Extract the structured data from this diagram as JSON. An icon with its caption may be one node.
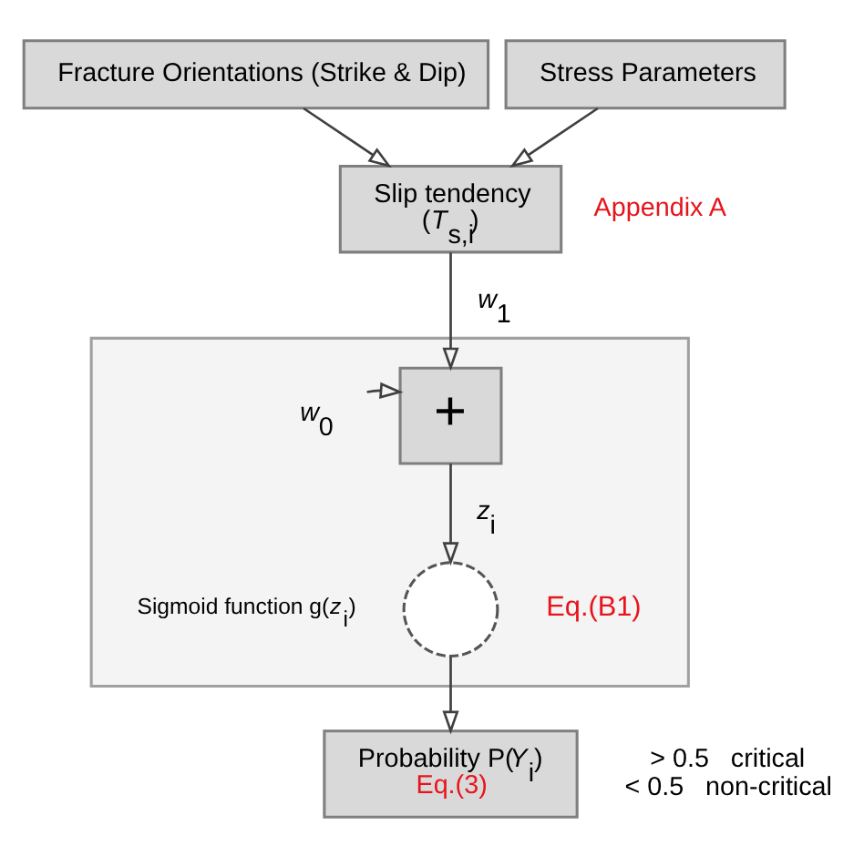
{
  "diagram": {
    "nodes": [
      {
        "text": [
          "Fracture Orientations (Strike & Dip)"
        ]
      },
      {
        "text": [
          "Stress Parameters"
        ]
      },
      {
        "text": [
          "Slip tendency",
          "(*T*$_{s,i}$)"
        ]
      },
      {
        "text": [],
        "shape": "box"
      },
      {
        "text": [
          "*w*$_{0}$"
        ],
        "in": 3
      },
      {
        "text": [
          "+"
        ],
        "in": 3
      },
      {
        "text": [],
        "shape": "circle",
        "in": 3,
        "beside": [
          "Sigmoid function g(*z*$_{i}$)",
          "Eq.(B1)"
        ]
      },
      {
        "text": [
          "Probability P(*Y*$_{i}$)",
          "Eq.(3)"
        ],
        "beside": [
          "> 0.5   critical",
          "< 0.5   non-critical"
        ]
      }
    ],
    "edges": [
      {
        "from": 0,
        "to": 2,
        "arrow": "to"
      },
      {
        "from": 1,
        "to": 2,
        "arrow": "to"
      },
      {
        "from": 2,
        "to": 5,
        "arrow": "to",
        "label": "*w*$_{1}$"
      },
      {
        "from": 4,
        "to": 5,
        "arrow": "to"
      },
      {
        "from": 5,
        "to": 6,
        "arrow": "to",
        "label": "*z*$_{i}$"
      },
      {
        "from": 6,
        "to": 7,
        "arrow": "to"
      }
    ],
    "labels": [
      "Appendix A"
    ]
  }
}
